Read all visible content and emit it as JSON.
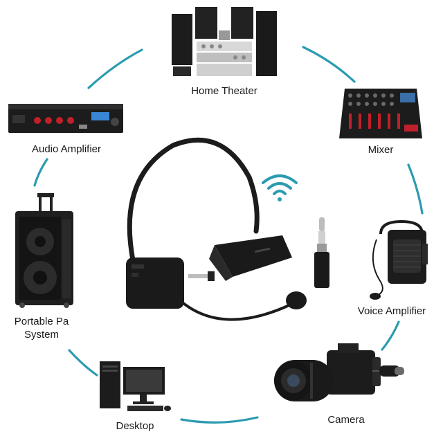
{
  "colors": {
    "ring": "#2a9bb0",
    "device_dark": "#1c1c1c",
    "accent_red": "#c0202a",
    "accent_blue": "#2a7bd0",
    "wifi": "#2a9bb0"
  },
  "devices": {
    "home_theater": {
      "label": "Home Theater",
      "icon": "speaker-stack-icon"
    },
    "mixer": {
      "label": "Mixer",
      "icon": "mixer-console-icon"
    },
    "voice_amplifier": {
      "label": "Voice Amplifier",
      "icon": "voice-amplifier-icon"
    },
    "camera": {
      "label": "Camera",
      "icon": "camera-icon"
    },
    "desktop": {
      "label": "Desktop",
      "icon": "desktop-computer-icon"
    },
    "portable_pa": {
      "label_line1": "Portable Pa",
      "label_line2": "System",
      "icon": "portable-speaker-icon"
    },
    "audio_amplifier": {
      "label": "Audio Amplifier",
      "icon": "audio-amplifier-icon"
    }
  },
  "center": {
    "headset": "headset-microphone-icon",
    "receiver": "wireless-receiver-icon",
    "adapter": "audio-jack-adapter-icon",
    "signal": "wifi-signal-icon"
  }
}
